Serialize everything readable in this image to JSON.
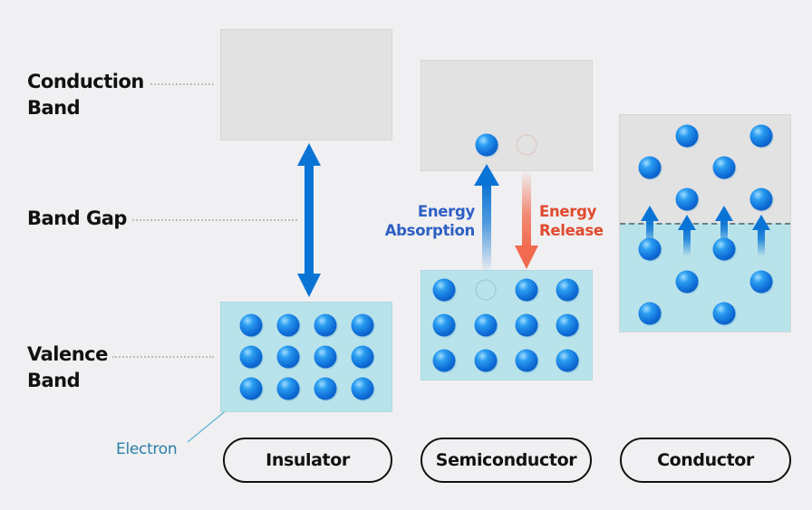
{
  "labels": {
    "conduction_band": [
      "Conduction",
      "Band"
    ],
    "band_gap": "Band Gap",
    "valence_band": [
      "Valence",
      "Band"
    ],
    "electron": "Electron"
  },
  "semiconductor_annotations": {
    "absorption": [
      "Energy",
      "Absorption"
    ],
    "release": [
      "Energy",
      "Release"
    ]
  },
  "materials": [
    {
      "name": "Insulator"
    },
    {
      "name": "Semiconductor"
    },
    {
      "name": "Conductor"
    }
  ],
  "colors": {
    "background": "#f0f0f2",
    "conduction_band": "#e2e2e2",
    "valence_band": "#b9e3ea",
    "electron": "#1a7ee0",
    "absorption_arrow": "#0a74d6",
    "absorption_text": "#2f5fc4",
    "release_arrow": "#f26a4f",
    "release_text": "#e04a2f",
    "electron_label": "#2b7fa8"
  },
  "electron_counts": {
    "insulator_valence": 12,
    "semiconductor_conduction": 1,
    "semiconductor_valence": 11,
    "semiconductor_holes": 2,
    "conductor": 12
  }
}
